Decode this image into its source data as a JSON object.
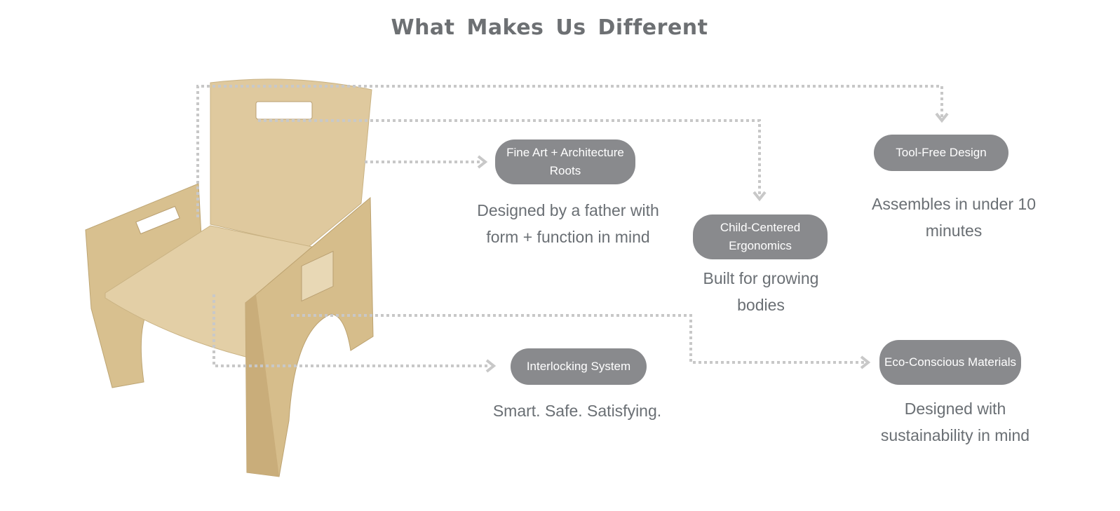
{
  "title": "What Makes Us Different",
  "features": [
    {
      "label": "Fine Art + Architecture Roots",
      "description": "Designed by a father with form + function in mind"
    },
    {
      "label": "Tool-Free Design",
      "description": "Assembles in under 10 minutes"
    },
    {
      "label": "Child-Centered Ergonomics",
      "description": "Built for growing bodies"
    },
    {
      "label": "Interlocking System",
      "description": "Smart. Safe. Satisfying."
    },
    {
      "label": "Eco-Conscious Materials",
      "description": "Designed with sustainability in mind"
    }
  ],
  "colors": {
    "pill": "#898a8d",
    "text": "#6a6f74",
    "connector": "#c8c8c8",
    "wood": "#dcc69a"
  }
}
